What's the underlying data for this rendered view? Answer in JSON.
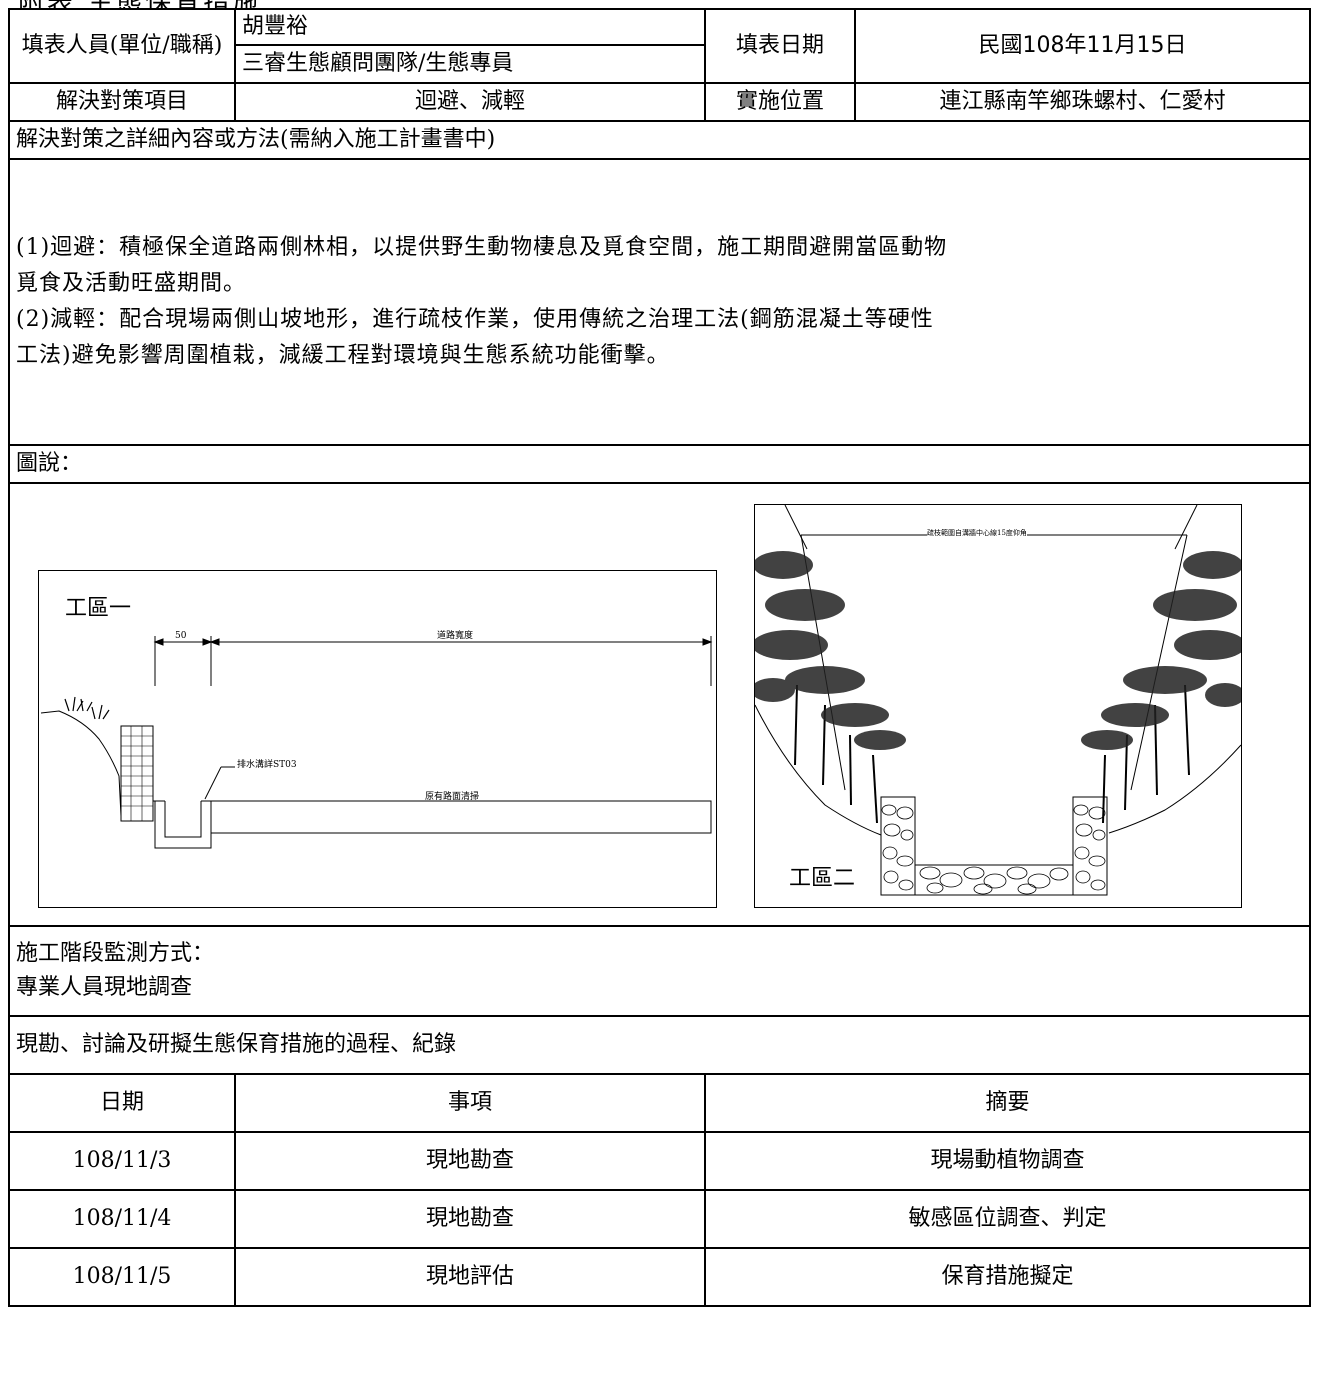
{
  "top_cut_text": "附表 生態保育措施",
  "form": {
    "filler_label": "填表人員(單位/職稱)",
    "filler_name": "胡豐裕",
    "filler_org": "三睿生態顧問團隊/生態專員",
    "date_label": "填表日期",
    "date_value": "民國108年11月15日",
    "strategy_label": "解決對策項目",
    "strategy_value": "迴避、減輕",
    "location_label": "實施位置",
    "location_value": "連江縣南竿鄉珠螺村、仁愛村",
    "detail_heading": "解決對策之詳細內容或方法(需納入施工計畫書中)",
    "detail_lines": [
      "(1)迴避：積極保全道路兩側林相，以提供野生動物棲息及覓食空間，施工期間避開當區動物",
      "覓食及活動旺盛期間。",
      "(2)減輕：配合現場兩側山坡地形，進行疏枝作業，使用傳統之治理工法(鋼筋混凝土等硬性",
      "工法)避免影響周圍植栽，減緩工程對環境與生態系統功能衝擊。"
    ],
    "figure_caption_label": "圖說：",
    "monitor_label": "施工階段監測方式：",
    "monitor_value": "專業人員現地調查",
    "record_heading": "現勘、討論及研擬生態保育措施的過程、紀錄"
  },
  "figures": {
    "left": {
      "label": "工區一",
      "dim_small": "50",
      "dim_road": "道路寬度",
      "ditch": "排水溝詳ST03",
      "existing": "原有路面清掃"
    },
    "right": {
      "label": "工區二",
      "top_note": "疏枝範圍自溝牆中心線15度仰角"
    }
  },
  "records": {
    "headers": [
      "日期",
      "事項",
      "摘要"
    ],
    "rows": [
      [
        "108/11/3",
        "現地勘查",
        "現場動植物調查"
      ],
      [
        "108/11/4",
        "現地勘查",
        "敏感區位調查、判定"
      ],
      [
        "108/11/5",
        "現地評估",
        "保育措施擬定"
      ]
    ]
  }
}
